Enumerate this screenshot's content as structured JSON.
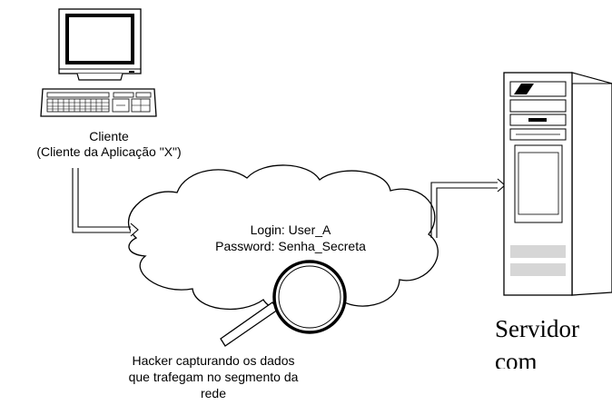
{
  "client": {
    "name": "Cliente",
    "subtitle": "(Cliente da Aplicação \"X\")"
  },
  "cloud": {
    "login_line": "Login:  User_A",
    "password_line": "Password: Senha_Secreta"
  },
  "hacker": {
    "line1": "Hacker capturando os dados",
    "line2": "que trafegam no segmento da",
    "line3": "rede"
  },
  "server": {
    "label": "Servidor",
    "label_cut": "com"
  },
  "icons": {
    "client": "computer-icon",
    "server": "server-tower-icon",
    "hacker": "magnifying-glass-icon",
    "network": "cloud-icon"
  }
}
